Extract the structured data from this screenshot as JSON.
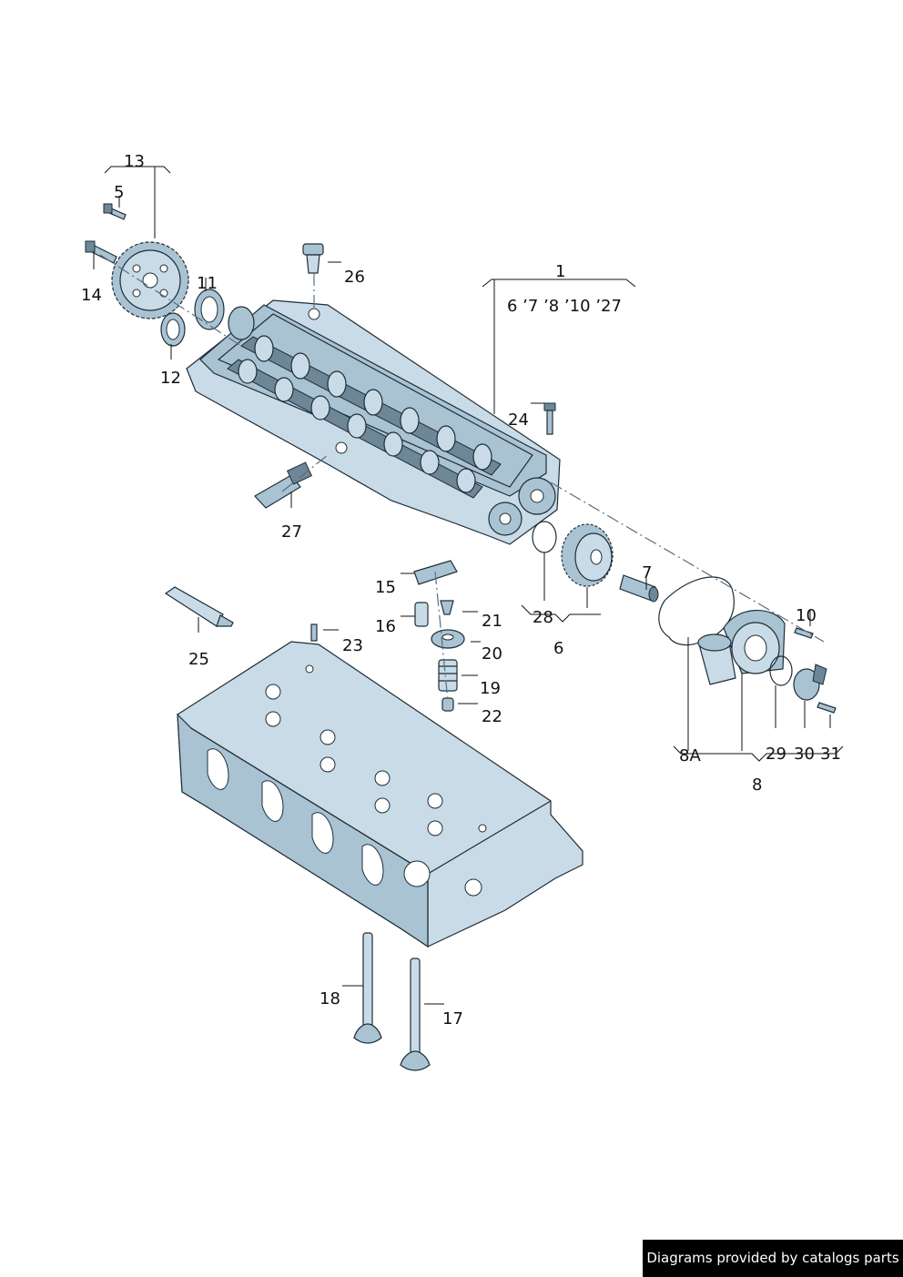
{
  "labels": {
    "l1": "1",
    "l1_sub": "6 ʼ7 ʼ8 ʼ10 ʼ27",
    "l5": "5",
    "l6": "6",
    "l7": "7",
    "l8": "8",
    "l8a": "8A",
    "l10": "10",
    "l11": "11",
    "l12": "12",
    "l13": "13",
    "l14": "14",
    "l15": "15",
    "l16": "16",
    "l17": "17",
    "l18": "18",
    "l19": "19",
    "l20": "20",
    "l21": "21",
    "l22": "22",
    "l23": "23",
    "l24": "24",
    "l25": "25",
    "l26": "26",
    "l27": "27",
    "l28": "28",
    "l29": "29",
    "l30": "30",
    "l31": "31"
  },
  "credit": "Diagrams provided by catalogs parts",
  "colors": {
    "part_fill": "#c9dbe6",
    "part_shade": "#a9c3d2",
    "outline": "#1e2d38"
  }
}
